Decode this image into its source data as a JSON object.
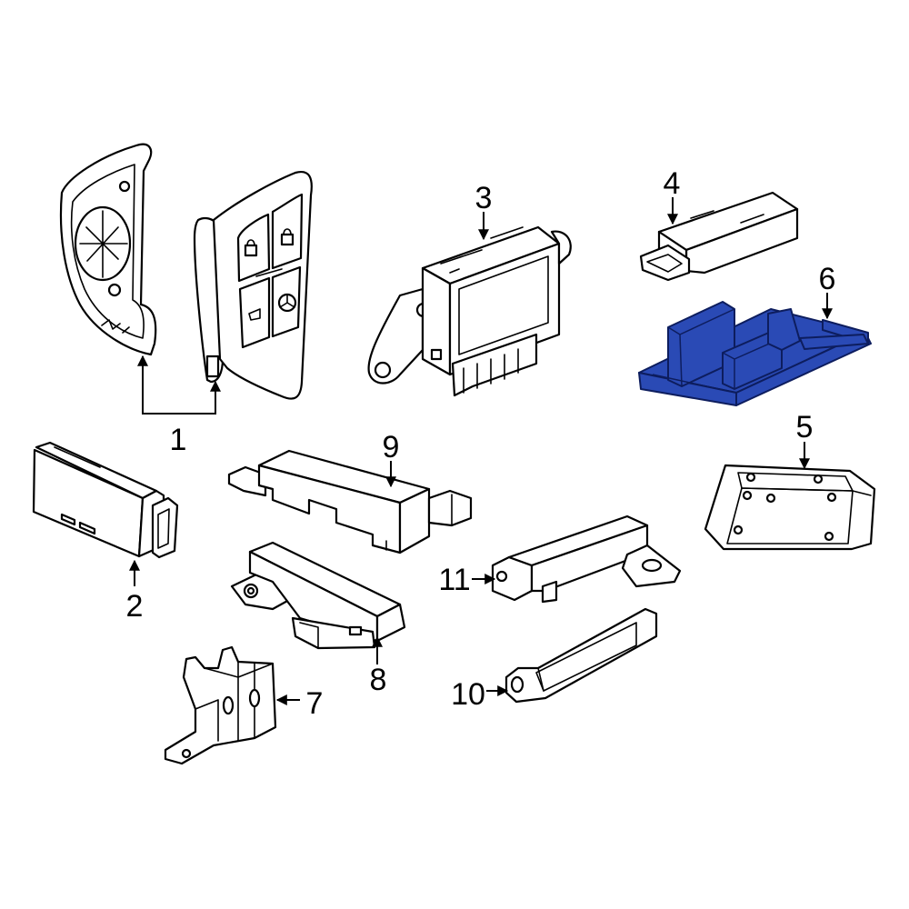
{
  "callouts": [
    "1",
    "2",
    "3",
    "4",
    "5",
    "6",
    "7",
    "8",
    "9",
    "10",
    "11"
  ],
  "colors": {
    "highlight": "#2a4ab5",
    "highlight_stroke": "#0d1d5e",
    "line": "#000000",
    "background": "#ffffff"
  }
}
